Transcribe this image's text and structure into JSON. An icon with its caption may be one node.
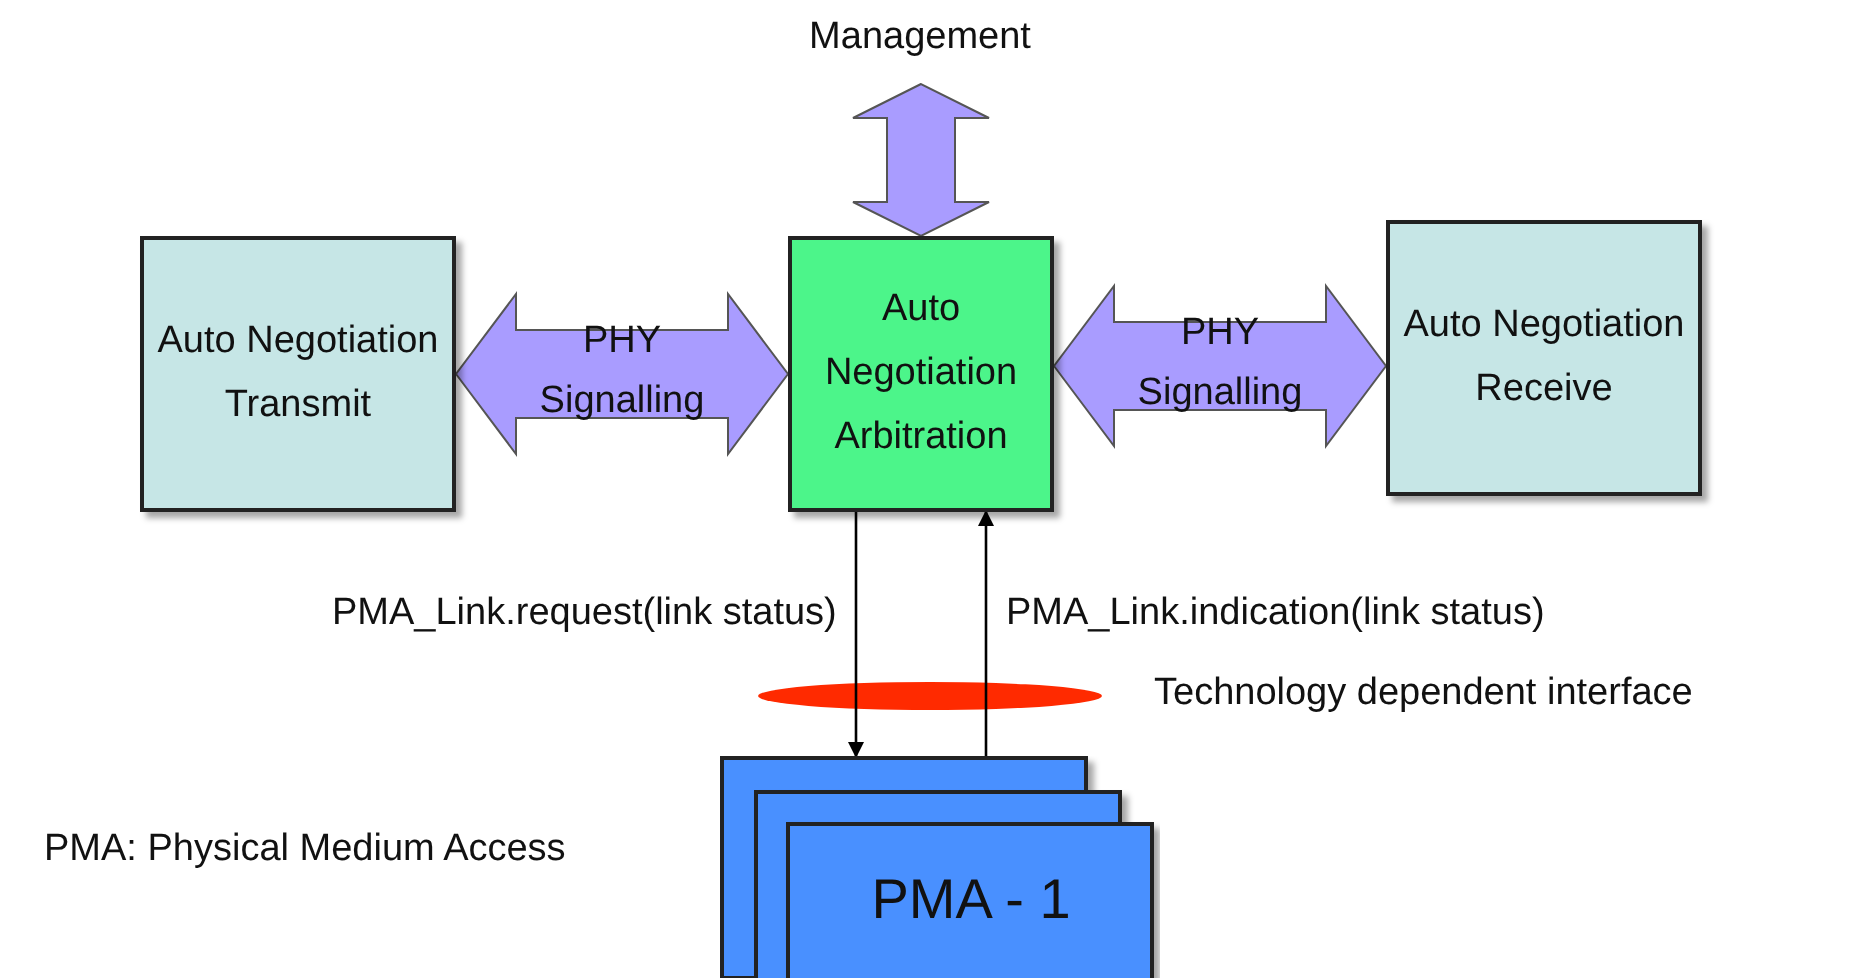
{
  "diagram": {
    "nodes": [
      {
        "text": [
          "Auto Negotiation Transmit"
        ]
      },
      {
        "text": [
          "Management"
        ]
      },
      {
        "text": [
          "Auto Negotiation Arbitration"
        ]
      },
      {
        "text": [
          "Auto Negotiation Receive"
        ]
      },
      {
        "text": [
          "PMA - 1"
        ]
      },
      {
        "text": [],
        "shape": "ellipse",
        "beside": [
          "Technology dependent interface"
        ]
      }
    ],
    "edges": [
      {
        "from": 0,
        "to": 2,
        "arrow": "both",
        "label": "PHY Signalling",
        "style": "thick",
        "color": "#a99cff"
      },
      {
        "from": 2,
        "to": 3,
        "arrow": "both",
        "label": "PHY Signalling",
        "style": "thick",
        "color": "#a99cff"
      },
      {
        "from": 1,
        "to": 2,
        "arrow": "both",
        "style": "thick",
        "color": "#a99cff"
      },
      {
        "from": 2,
        "to": 4,
        "arrow": "to",
        "label": "PMA_Link.request(link status)"
      },
      {
        "from": 4,
        "to": 2,
        "arrow": "to",
        "label": "PMA_Link.indication(link status)"
      }
    ],
    "labels": [
      "PMA: Physical Medium Access"
    ]
  }
}
